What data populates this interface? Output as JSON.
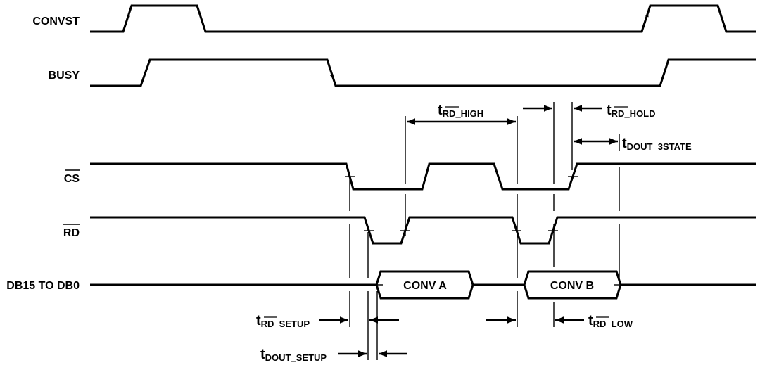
{
  "diagram": {
    "type": "timing-diagram",
    "signals": [
      {
        "id": "convst",
        "label": "CONVST",
        "overbar": false
      },
      {
        "id": "busy",
        "label": "BUSY",
        "overbar": false
      },
      {
        "id": "cs",
        "label": "CS",
        "overbar": true
      },
      {
        "id": "rd",
        "label": "RD",
        "overbar": true
      },
      {
        "id": "db",
        "label": "DB15 TO DB0",
        "overbar": false
      }
    ],
    "bus_segments": [
      {
        "label": "CONV A"
      },
      {
        "label": "CONV B"
      }
    ],
    "timing_parameters": [
      {
        "id": "t_rd_high",
        "prefix": "t",
        "subscript_overbar": "RD",
        "subscript_rest": "_HIGH"
      },
      {
        "id": "t_rd_hold",
        "prefix": "t",
        "subscript_overbar": "RD",
        "subscript_rest": "_HOLD"
      },
      {
        "id": "t_dout_3state",
        "prefix": "t",
        "subscript_overbar": "",
        "subscript_rest": "DOUT_3STATE"
      },
      {
        "id": "t_rd_setup",
        "prefix": "t",
        "subscript_overbar": "RD",
        "subscript_rest": "_SETUP"
      },
      {
        "id": "t_rd_low",
        "prefix": "t",
        "subscript_overbar": "RD",
        "subscript_rest": "_LOW"
      },
      {
        "id": "t_dout_setup",
        "prefix": "t",
        "subscript_overbar": "",
        "subscript_rest": "DOUT_SETUP"
      }
    ]
  }
}
